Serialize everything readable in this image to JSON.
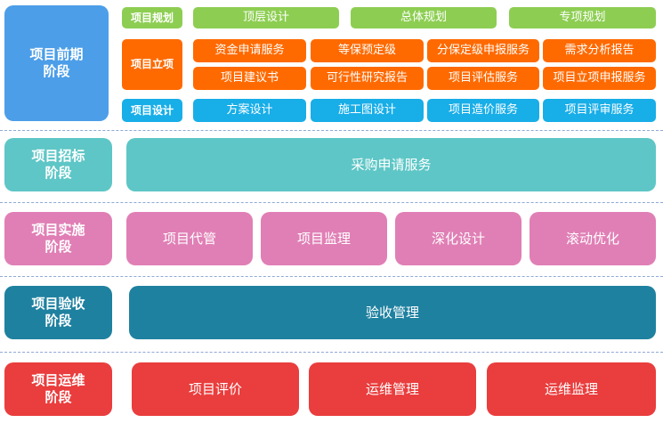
{
  "stages": {
    "early": "项目前期\n阶段",
    "bidding": "项目招标\n阶段",
    "implementation": "项目实施\n阶段",
    "acceptance": "项目验收\n阶段",
    "operation": "项目运维\n阶段"
  },
  "early": {
    "planning": {
      "label": "项目规划",
      "items": [
        "顶层设计",
        "总体规划",
        "专项规划"
      ]
    },
    "initiation": {
      "label": "项目立项",
      "row1": [
        "资金申请服务",
        "等保预定级",
        "分保定级申报服务",
        "需求分析报告"
      ],
      "row2": [
        "项目建议书",
        "可行性研究报告",
        "项目评估服务",
        "项目立项申报服务"
      ]
    },
    "design": {
      "label": "项目设计",
      "items": [
        "方案设计",
        "施工图设计",
        "项目造价服务",
        "项目评审服务"
      ]
    }
  },
  "bidding": {
    "items": [
      "采购申请服务"
    ]
  },
  "implementation": {
    "items": [
      "项目代管",
      "项目监理",
      "深化设计",
      "滚动优化"
    ]
  },
  "acceptance": {
    "items": [
      "验收管理"
    ]
  },
  "operation": {
    "items": [
      "项目评价",
      "运维管理",
      "运维监理"
    ]
  },
  "colors": {
    "early_stage": "#4c9ee8",
    "planning": "#8dce52",
    "initiation": "#ff6a00",
    "design": "#18aee8",
    "bidding": "#5ec6c6",
    "implementation": "#e07fb5",
    "acceptance": "#1f81a0",
    "operation": "#ea3d3d"
  }
}
